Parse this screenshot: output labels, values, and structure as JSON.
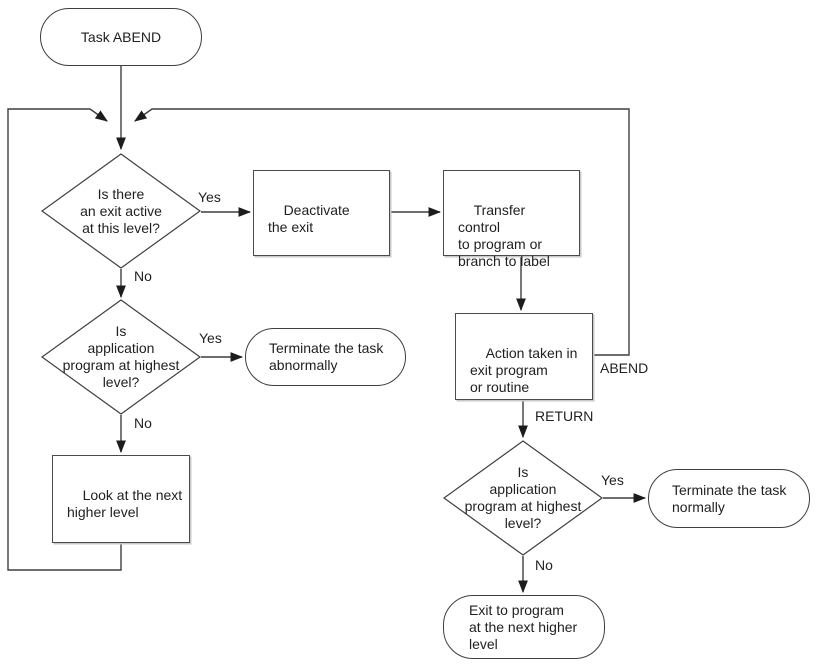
{
  "diagram_type": "flowchart",
  "colors": {
    "background": "#ffffff",
    "line": "#3f3f41",
    "arrowhead": "#1c1c1e",
    "text": "#1f1f21"
  },
  "nodes": {
    "task_abend": {
      "shape": "terminator",
      "label": "Task ABEND"
    },
    "exit_active": {
      "shape": "decision",
      "label": "Is there\nan exit active\nat this level?"
    },
    "deactivate_exit": {
      "shape": "process",
      "label": "Deactivate\nthe exit"
    },
    "transfer_control": {
      "shape": "process",
      "label": "Transfer  control\nto program or\nbranch to label"
    },
    "action_taken": {
      "shape": "process",
      "label": "Action taken in\nexit program\nor routine"
    },
    "app_highest_left": {
      "shape": "decision",
      "label": "Is\napplication\nprogram at highest\nlevel?"
    },
    "terminate_abnormally": {
      "shape": "terminator",
      "label": "Terminate the task\nabnormally"
    },
    "look_next_level": {
      "shape": "process",
      "label": "Look at the next\nhigher level"
    },
    "app_highest_right": {
      "shape": "decision",
      "label": "Is\napplication\nprogram at highest\nlevel?"
    },
    "terminate_normally": {
      "shape": "terminator",
      "label": "Terminate the task\nnormally"
    },
    "exit_to_program": {
      "shape": "terminator",
      "label": "Exit to program\nat the next higher\nlevel"
    }
  },
  "edge_labels": {
    "exit_active_yes": "Yes",
    "exit_active_no": "No",
    "app_left_yes": "Yes",
    "app_left_no": "No",
    "abend": "ABEND",
    "return": "RETURN",
    "app_right_yes": "Yes",
    "app_right_no": "No"
  }
}
